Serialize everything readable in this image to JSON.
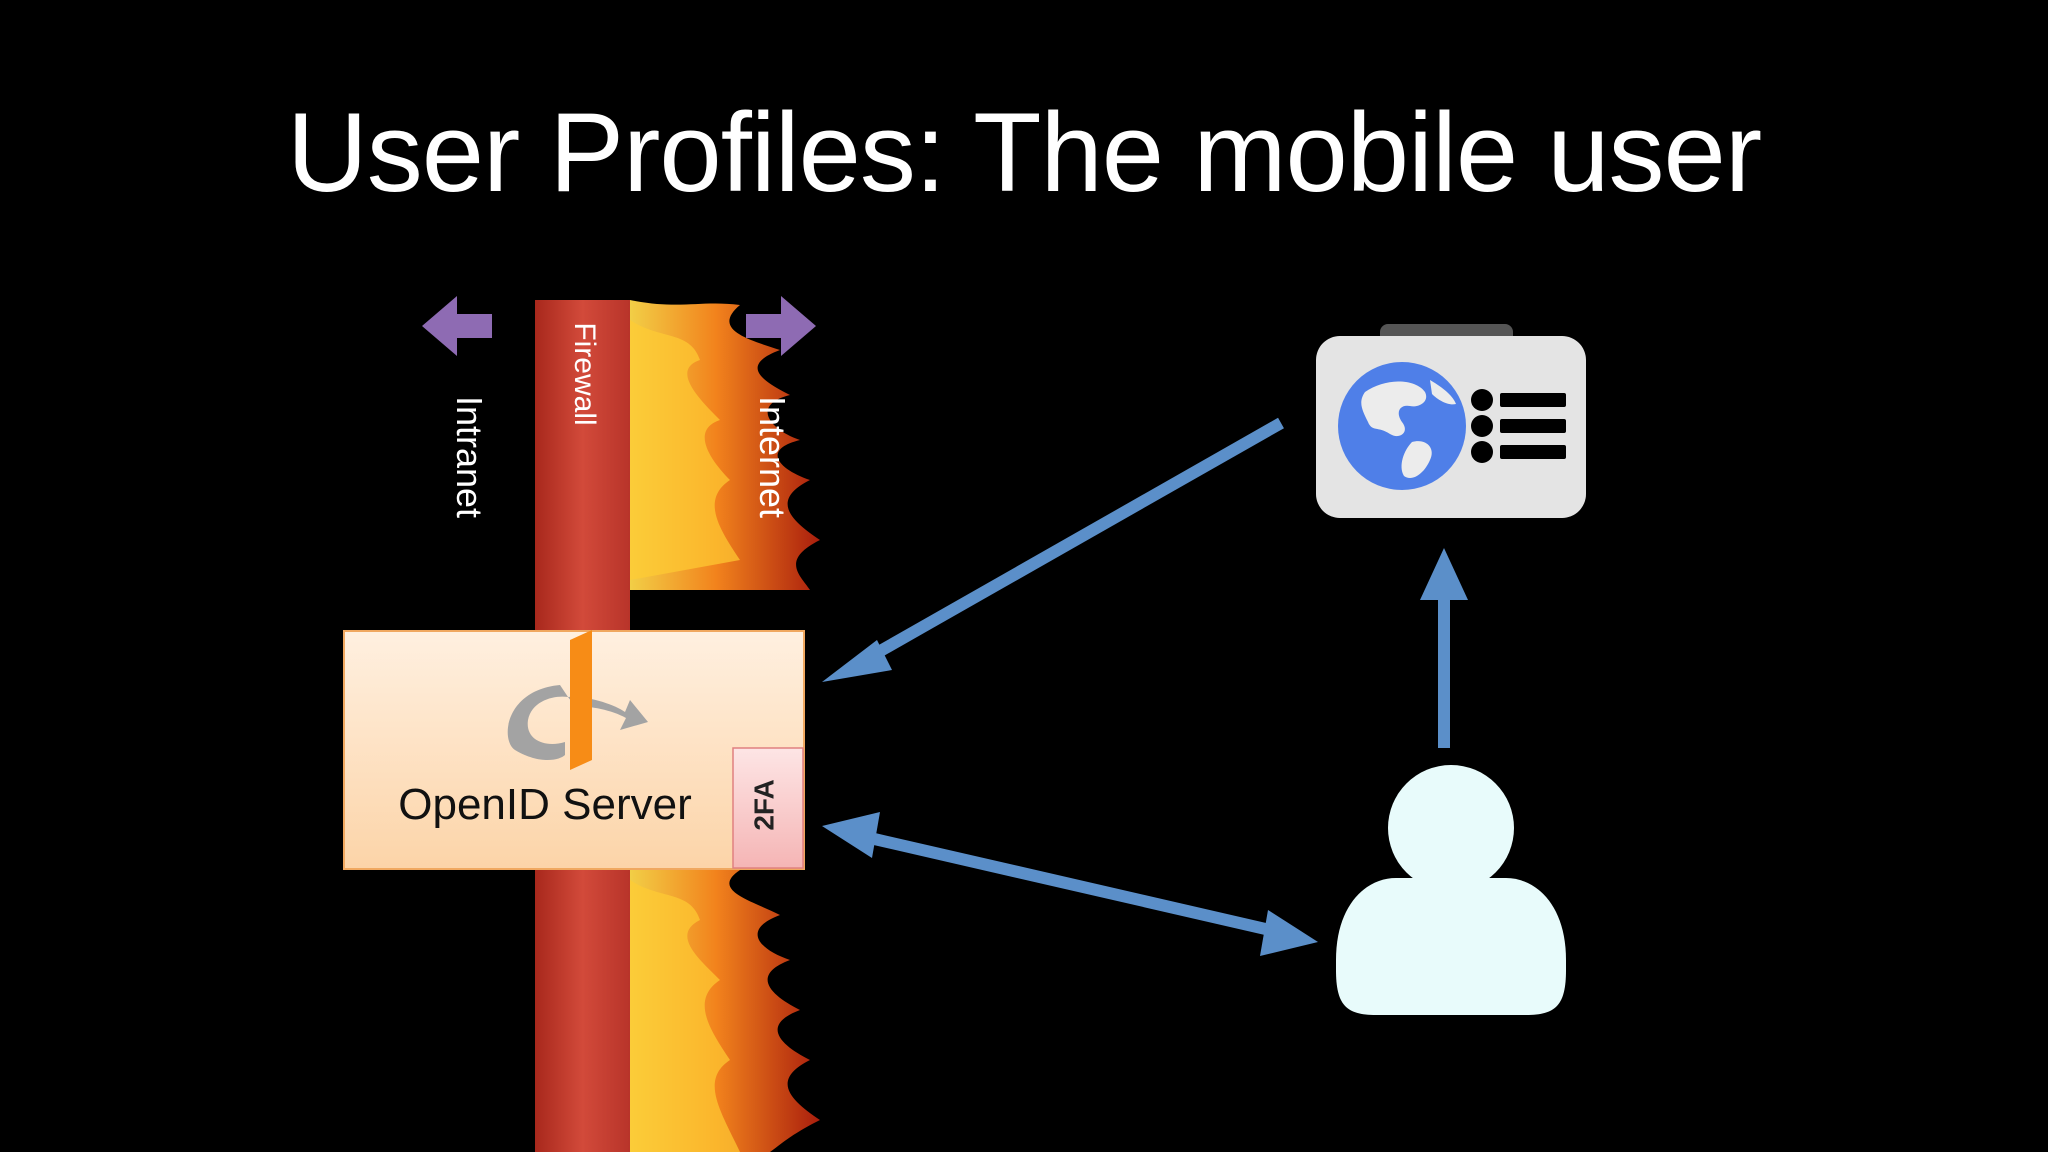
{
  "slide": {
    "title": "User Profiles: The mobile user"
  },
  "zones": {
    "intranet_label": "Intranet",
    "firewall_label": "Firewall",
    "internet_label": "Internet"
  },
  "server": {
    "label": "OpenID Server",
    "twofa_label": "2FA",
    "logo_icon": "openid-logo-icon"
  },
  "nodes": {
    "profile_card_icon": "globe-profile-card-icon",
    "user_icon": "person-user-icon"
  },
  "colors": {
    "background": "#000000",
    "firewall": "#c0392b",
    "zone_arrow": "#8e6bb3",
    "flow_arrow": "#5b8fc9",
    "server_box": "#fde3c6",
    "twofa_box": "#f9c6c6",
    "openid_orange": "#f78c16",
    "user_fill": "#e8fbfb"
  }
}
